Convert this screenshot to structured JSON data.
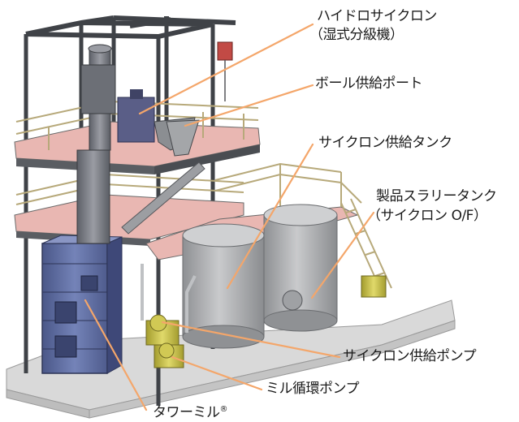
{
  "labels": {
    "hydrocyclone": "ハイドロサイクロン",
    "hydrocyclone_sub": "（湿式分級機）",
    "ball_port": "ボール供給ポート",
    "cyclone_tank": "サイクロン供給タンク",
    "product_tank": "製品スラリータンク",
    "product_tank_sub": "（サイクロン O/F）",
    "cyclone_pump": "サイクロン供給ポンプ",
    "mill_pump": "ミル循環ポンプ",
    "tower_mill": "タワーミル",
    "tower_mill_mark": "®"
  },
  "colors": {
    "leader_line": "#f4a66a",
    "frame_steel": "#4a4d52",
    "deck_floor": "#e9b7b2",
    "mill_body": "#5f6fa6",
    "tank_body": "#a9abae",
    "pump_body": "#c9c24a",
    "base_slab": "#d4d4d4"
  }
}
